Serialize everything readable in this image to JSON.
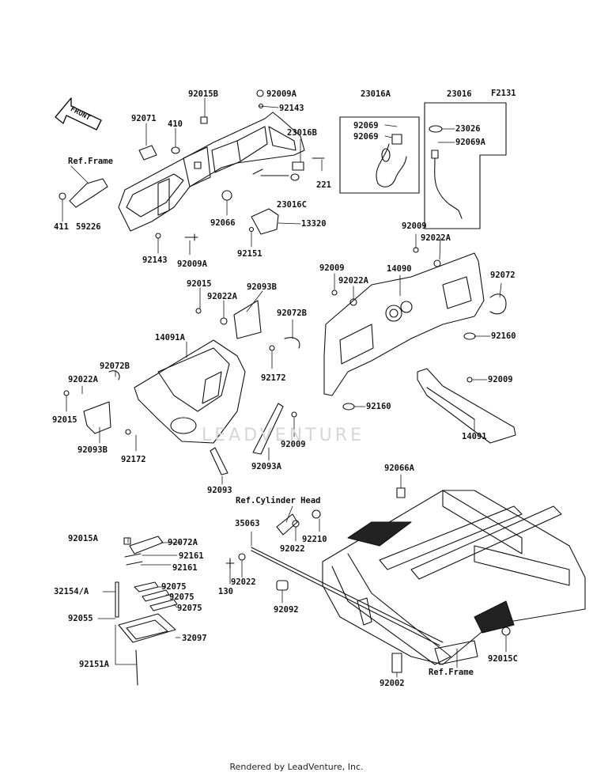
{
  "figure_code": "F2131",
  "front_arrow_label": "FRONT",
  "watermark": "LEADVENTURE",
  "credit": "Rendered by LeadVenture, Inc.",
  "reference_labels": {
    "ref_frame_top": "Ref.Frame",
    "ref_cylinder_head": "Ref.Cylinder Head",
    "ref_frame_bottom": "Ref.Frame"
  },
  "parts": {
    "p92015B": "92015B",
    "p92009A_top": "92009A",
    "p92143_top": "92143",
    "p92071": "92071",
    "p410": "410",
    "p23016B": "23016B",
    "p221": "221",
    "p23016C": "23016C",
    "p411": "411",
    "p59226": "59226",
    "p92066": "92066",
    "p13320": "13320",
    "p92143_bottom": "92143",
    "p92009A_bottom": "92009A",
    "p92151": "92151",
    "p23016A": "23016A",
    "p92069_a": "92069",
    "p92069_b": "92069",
    "p23016": "23016",
    "p23026": "23026",
    "p92069A": "92069A",
    "p92009_r1": "92009",
    "p92022A_r1": "92022A",
    "p92009_r2": "92009",
    "p92022A_r2": "92022A",
    "p14090": "14090",
    "p92072": "92072",
    "p92160_r1": "92160",
    "p92009_r3": "92009",
    "p92160_r2": "92160",
    "p14091": "14091",
    "p92015_m1": "92015",
    "p92022A_m1": "92022A",
    "p92093B_m1": "92093B",
    "p92072B_m1": "92072B",
    "p14091A": "14091A",
    "p92172_m1": "92172",
    "p92072B_m2": "92072B",
    "p92022A_m2": "92022A",
    "p92015_m2": "92015",
    "p92093B_m2": "92093B",
    "p92172_m2": "92172",
    "p92009_m": "92009",
    "p92093A": "92093A",
    "p92093": "92093",
    "p92066A": "92066A",
    "p35063": "35063",
    "p92210": "92210",
    "p92022_a": "92022",
    "p130": "130",
    "p92022_b": "92022",
    "p92092": "92092",
    "p92015A": "92015A",
    "p92072A": "92072A",
    "p92161_a": "92161",
    "p92161_b": "92161",
    "p32154A": "32154/A",
    "p92075_a": "92075",
    "p92075_b": "92075",
    "p92075_c": "92075",
    "p92055": "92055",
    "p32097": "32097",
    "p92151A": "92151A",
    "p92002": "92002",
    "p92015C": "92015C"
  }
}
